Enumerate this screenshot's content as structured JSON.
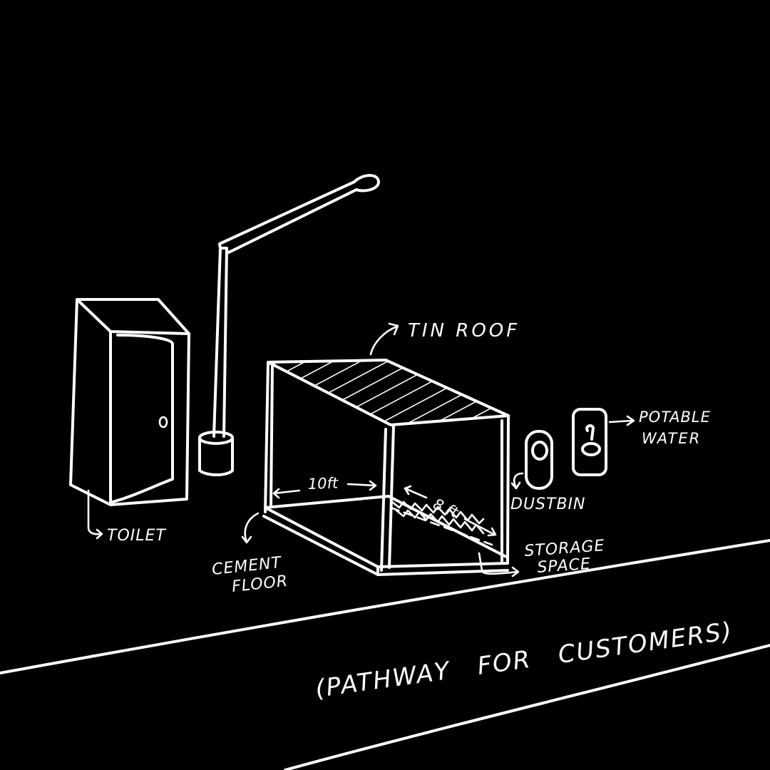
{
  "colors": {
    "background": "#000000",
    "ink": "#ffffff"
  },
  "labels": {
    "tin_roof": "TIN ROOF",
    "potable_water_1": "POTABLE",
    "potable_water_2": "WATER",
    "dustbin": "DUSTBIN",
    "toilet": "TOILET",
    "cement_floor_1": "CEMENT",
    "cement_floor_2": "FLOOR",
    "storage_space_1": "STORAGE",
    "storage_space_2": "SPACE",
    "width_dim": "10ft",
    "depth_dim": "8 ft",
    "pathway": "(PATHWAY   FOR   CUSTOMERS)"
  }
}
